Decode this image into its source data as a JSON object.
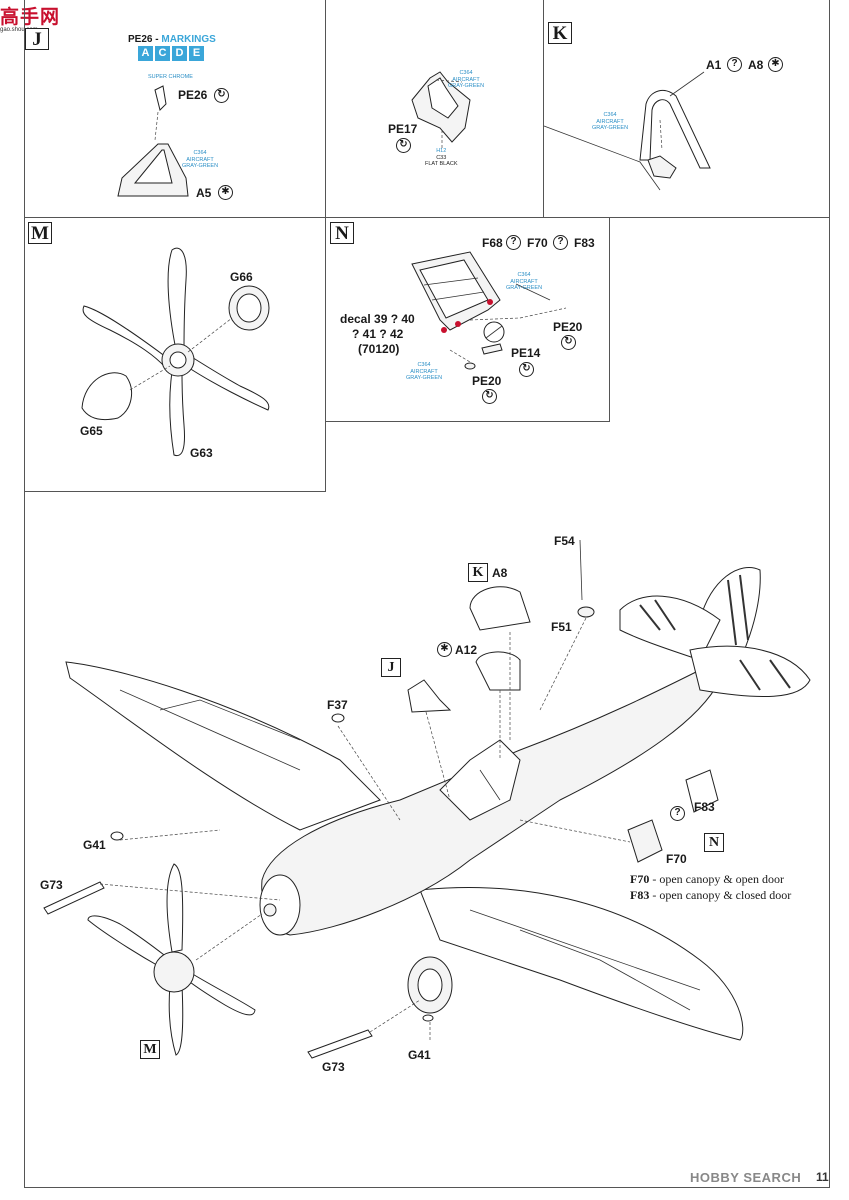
{
  "watermark": {
    "line1": "高手网",
    "line2": "gao.shou.com"
  },
  "panel_j": {
    "step": "J",
    "pe26_header": "PE26 - ",
    "markings": "MARKINGS",
    "markings_letters": [
      "A",
      "C",
      "D",
      "E"
    ],
    "pe26_color": "SUPER CHROME",
    "pe26_label": "PE26",
    "a5_color_lines": [
      "C364",
      "AIRCRAFT",
      "GRAY-GREEN"
    ],
    "a5_label": "A5"
  },
  "panel_pe17": {
    "color_top": [
      "C364",
      "AIRCRAFT",
      "GRAY-GREEN"
    ],
    "label": "PE17",
    "color_bottom": [
      "H12",
      "C33",
      "FLAT BLACK"
    ]
  },
  "panel_k": {
    "step": "K",
    "label": "A1",
    "label2": "A8",
    "color": [
      "C364",
      "AIRCRAFT",
      "GRAY-GREEN"
    ]
  },
  "panel_m": {
    "step": "M",
    "labels": {
      "g66": "G66",
      "g65": "G65",
      "g63": "G63"
    }
  },
  "panel_n": {
    "step": "N",
    "top_labels": [
      "F68",
      "F70",
      "F83"
    ],
    "color_top": [
      "C364",
      "AIRCRAFT",
      "GRAY-GREEN"
    ],
    "decal_lines": [
      "decal 39 ? 40",
      "? 41 ? 42",
      "(70120)"
    ],
    "pe20a": "PE20",
    "pe14": "PE14",
    "pe20b": "PE20",
    "color_bottom": [
      "C364",
      "AIRCRAFT",
      "GRAY-GREEN"
    ]
  },
  "main": {
    "f54": "F54",
    "f51": "F51",
    "k_step": "K",
    "a8": "A8",
    "a12": "A12",
    "j_step": "J",
    "f37": "F37",
    "g41_top": "G41",
    "g73_top": "G73",
    "f83": "F83",
    "f70": "F70",
    "n_step": "N",
    "m_step": "M",
    "g73_bottom": "G73",
    "g41_bottom": "G41",
    "note_f70_code": "F70",
    "note_f70_text": " - open canopy & open door",
    "note_f83_code": "F83",
    "note_f83_text": " - open canopy & closed door"
  },
  "footer": {
    "logo": "HOBBY SEARCH",
    "page": "11"
  }
}
